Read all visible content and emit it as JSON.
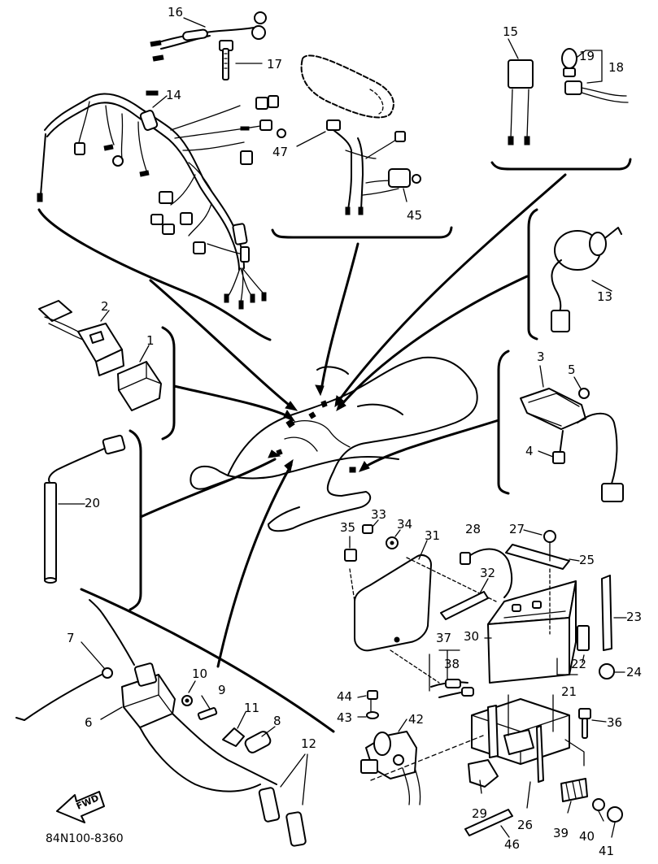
{
  "figure_code": "84N100-8360",
  "fwd_label": "FWD",
  "callouts": {
    "c1": "1",
    "c2": "2",
    "c3": "3",
    "c4": "4",
    "c5": "5",
    "c6": "6",
    "c7": "7",
    "c8": "8",
    "c9": "9",
    "c10": "10",
    "c11": "11",
    "c12": "12",
    "c13": "13",
    "c14": "14",
    "c15": "15",
    "c16": "16",
    "c17": "17",
    "c18": "18",
    "c19": "19",
    "c20": "20",
    "c21": "21",
    "c22": "22",
    "c23": "23",
    "c24": "24",
    "c25": "25",
    "c26": "26",
    "c27": "27",
    "c28": "28",
    "c29": "29",
    "c30": "30",
    "c31": "31",
    "c32": "32",
    "c33": "33",
    "c34": "34",
    "c35": "35",
    "c36": "36",
    "c37": "37",
    "c38": "38",
    "c39": "39",
    "c40": "40",
    "c41": "41",
    "c42": "42",
    "c43": "43",
    "c44": "44",
    "c45": "45",
    "c46": "46",
    "c47": "47"
  }
}
